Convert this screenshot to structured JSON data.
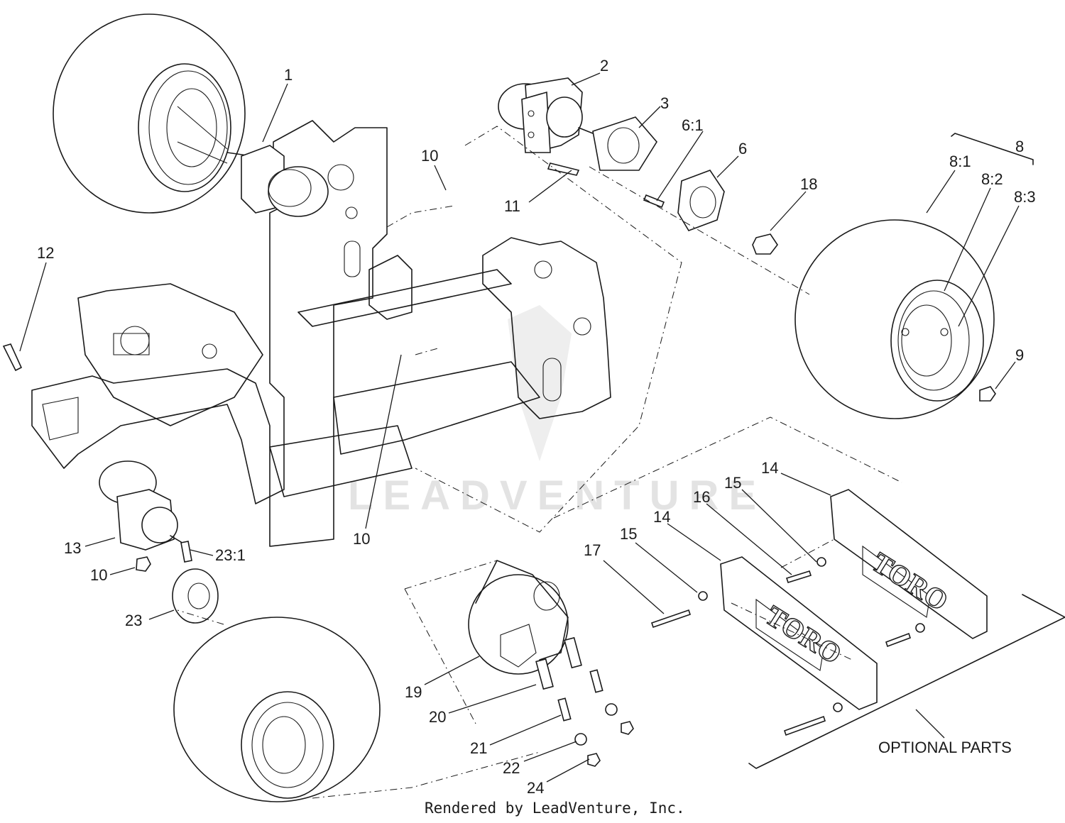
{
  "callouts": [
    "1",
    "2",
    "3",
    "6:1",
    "6",
    "10",
    "11",
    "18",
    "8",
    "8:1",
    "8:2",
    "8:3",
    "12",
    "9",
    "10",
    "13",
    "10",
    "23:1",
    "23",
    "14",
    "15",
    "16",
    "14",
    "17",
    "15",
    "19",
    "20",
    "21",
    "22",
    "24"
  ],
  "watermark": "LEADVENTURE",
  "footer": "Rendered by LeadVenture, Inc.",
  "optional_parts_label": "OPTIONAL PARTS",
  "weight_brand": "TORO"
}
